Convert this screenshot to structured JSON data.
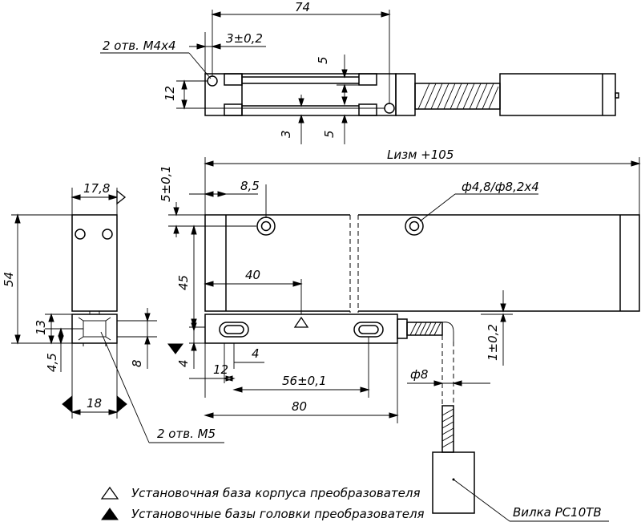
{
  "dimensions": {
    "top_length": "74",
    "top_holes": "2 отв.  М4х4",
    "top_offset": "3±0,2",
    "top_5a": "5",
    "top_12": "12",
    "top_3": "3",
    "top_5b": "5",
    "lizm": "Lизм +105",
    "v_5": "5±0,1",
    "h_8_5": "8,5",
    "hole_dia": "ф4,8/ф8,2х4",
    "w_17_8": "17,8",
    "h_54": "54",
    "h_45": "45",
    "h_40": "40",
    "h_13": "13",
    "h_4_5": "4,5",
    "h_8": "8",
    "h_4a": "4",
    "h_4b": "4",
    "gap_1": "1±0,2",
    "cable_dia": "ф8",
    "h_12": "12",
    "h_56": "56±0,1",
    "h_80": "80",
    "w_18": "18",
    "bot_holes": "2 отв.  М5"
  },
  "labels": {
    "plug": "Вилка РС10ТВ"
  },
  "legend": [
    {
      "symbol": "open-triangle",
      "text": "Установочная база корпуса преобразователя"
    },
    {
      "symbol": "filled-triangle",
      "text": "Установочные базы головки преобразователя"
    }
  ]
}
